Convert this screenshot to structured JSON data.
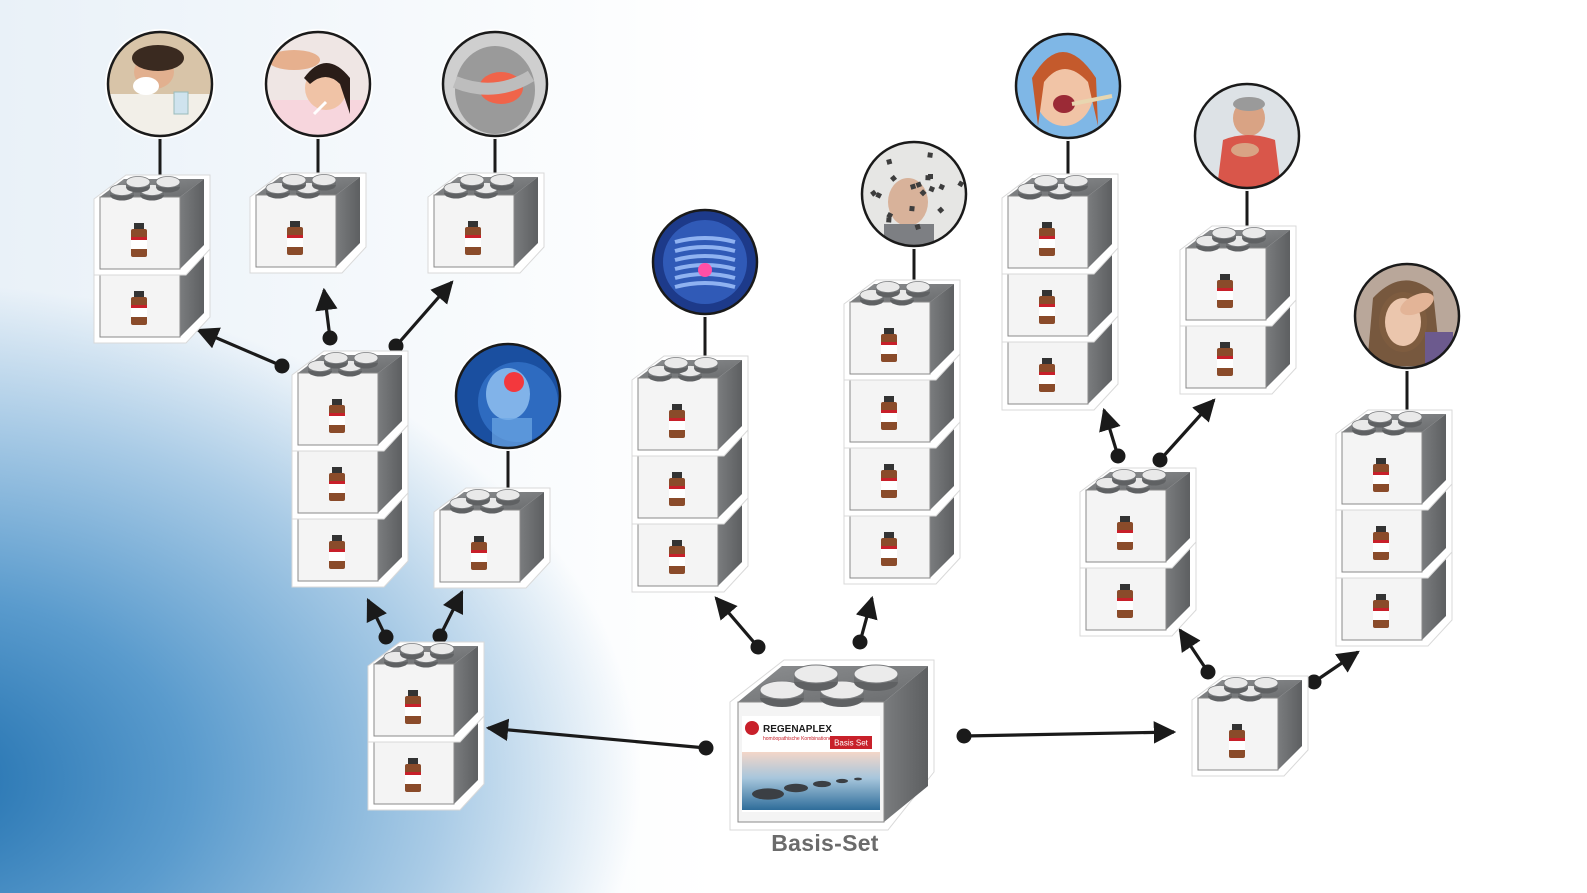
{
  "caption": "Basis-Set",
  "product": {
    "brand": "REGENAPLEX",
    "tagline": "homöopathische Kombinationen",
    "box_label": "Basis Set"
  },
  "colors": {
    "brick_light": "#f4f4f4",
    "brick_dark": "#6f7173",
    "connector": "#1a1a1a",
    "brand_red": "#c8202a",
    "caption": "#6b6b6b"
  },
  "icons": [
    "cold-flu-icon",
    "fever-child-icon",
    "abdominal-pain-icon",
    "headache-brain-icon",
    "digestion-icon",
    "dementia-icon",
    "sore-throat-icon",
    "chest-pain-icon",
    "exhaustion-icon"
  ]
}
